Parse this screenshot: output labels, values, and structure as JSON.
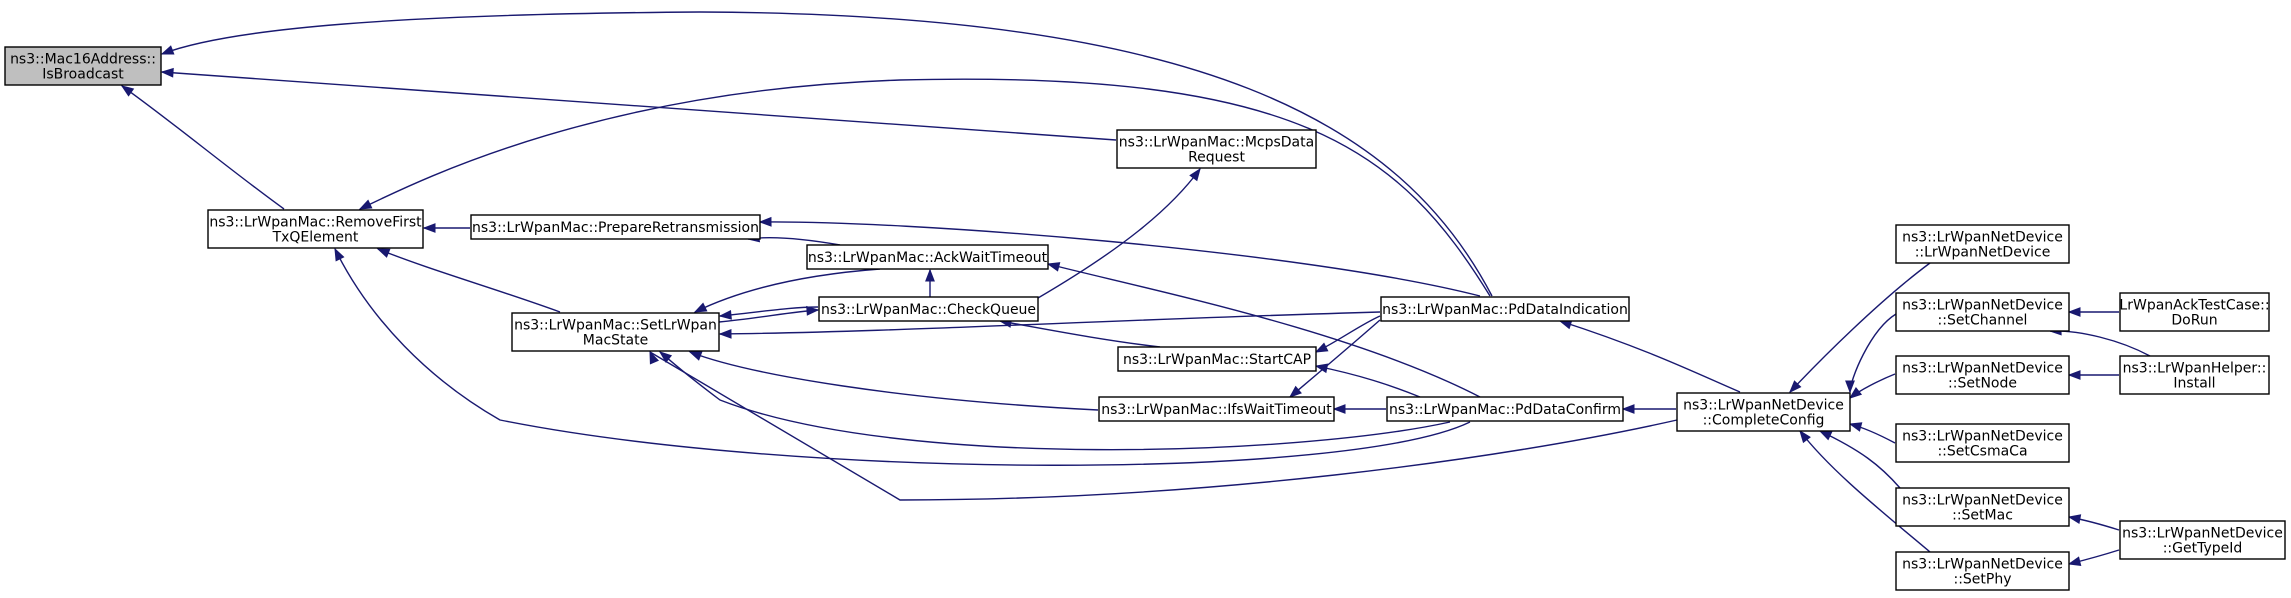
{
  "graph": {
    "title": "",
    "edge_color": "#191970",
    "root_fill": "#bfbfbf",
    "nodes": [
      {
        "id": "isbroadcast",
        "lines": [
          "ns3::Mac16Address::",
          "IsBroadcast"
        ],
        "root": true
      },
      {
        "id": "removefirst",
        "lines": [
          "ns3::LrWpanMac::RemoveFirst",
          "TxQElement"
        ]
      },
      {
        "id": "mcpsdata",
        "lines": [
          "ns3::LrWpanMac::McpsData",
          "Request"
        ]
      },
      {
        "id": "prepareretx",
        "lines": [
          "ns3::LrWpanMac::PrepareRetransmission"
        ]
      },
      {
        "id": "ackwait",
        "lines": [
          "ns3::LrWpanMac::AckWaitTimeout"
        ]
      },
      {
        "id": "setlrwpan",
        "lines": [
          "ns3::LrWpanMac::SetLrWpan",
          "MacState"
        ]
      },
      {
        "id": "checkqueue",
        "lines": [
          "ns3::LrWpanMac::CheckQueue"
        ]
      },
      {
        "id": "startcap",
        "lines": [
          "ns3::LrWpanMac::StartCAP"
        ]
      },
      {
        "id": "ifswait",
        "lines": [
          "ns3::LrWpanMac::IfsWaitTimeout"
        ]
      },
      {
        "id": "pddataind",
        "lines": [
          "ns3::LrWpanMac::PdDataIndication"
        ]
      },
      {
        "id": "pddataconf",
        "lines": [
          "ns3::LrWpanMac::PdDataConfirm"
        ]
      },
      {
        "id": "completeconfig",
        "lines": [
          "ns3::LrWpanNetDevice",
          "::CompleteConfig"
        ]
      },
      {
        "id": "ctor",
        "lines": [
          "ns3::LrWpanNetDevice",
          "::LrWpanNetDevice"
        ]
      },
      {
        "id": "setchannel",
        "lines": [
          "ns3::LrWpanNetDevice",
          "::SetChannel"
        ]
      },
      {
        "id": "setnode",
        "lines": [
          "ns3::LrWpanNetDevice",
          "::SetNode"
        ]
      },
      {
        "id": "setcsmaca",
        "lines": [
          "ns3::LrWpanNetDevice",
          "::SetCsmaCa"
        ]
      },
      {
        "id": "setmac",
        "lines": [
          "ns3::LrWpanNetDevice",
          "::SetMac"
        ]
      },
      {
        "id": "setphy",
        "lines": [
          "ns3::LrWpanNetDevice",
          "::SetPhy"
        ]
      },
      {
        "id": "doRun",
        "lines": [
          "LrWpanAckTestCase::",
          "DoRun"
        ]
      },
      {
        "id": "install",
        "lines": [
          "ns3::LrWpanHelper::",
          "Install"
        ]
      },
      {
        "id": "gettypeid",
        "lines": [
          "ns3::LrWpanNetDevice",
          "::GetTypeId"
        ]
      }
    ],
    "edges": [
      {
        "from": "removefirst",
        "to": "isbroadcast"
      },
      {
        "from": "mcpsdata",
        "to": "isbroadcast"
      },
      {
        "from": "pddataind",
        "to": "isbroadcast"
      },
      {
        "from": "prepareretx",
        "to": "removefirst"
      },
      {
        "from": "setlrwpan",
        "to": "removefirst"
      },
      {
        "from": "pddataind",
        "to": "removefirst"
      },
      {
        "from": "pddataconf",
        "to": "removefirst"
      },
      {
        "from": "checkqueue",
        "to": "setlrwpan"
      },
      {
        "from": "ackwait",
        "to": "setlrwpan"
      },
      {
        "from": "pddataind",
        "to": "setlrwpan"
      },
      {
        "from": "ifswait",
        "to": "setlrwpan"
      },
      {
        "from": "pddataconf",
        "to": "setlrwpan"
      },
      {
        "from": "completeconfig",
        "to": "setlrwpan"
      },
      {
        "from": "pddataind",
        "to": "prepareretx"
      },
      {
        "from": "ackwait",
        "to": "prepareretx"
      },
      {
        "from": "pddataconf",
        "to": "ackwait"
      },
      {
        "from": "setlrwpan",
        "to": "checkqueue"
      },
      {
        "from": "checkqueue",
        "to": "mcpsdata"
      },
      {
        "from": "checkqueue",
        "to": "ackwait"
      },
      {
        "from": "startcap",
        "to": "checkqueue"
      },
      {
        "from": "pddataind",
        "to": "startcap"
      },
      {
        "from": "pddataconf",
        "to": "startcap"
      },
      {
        "from": "ifswait",
        "to": "pddataind"
      },
      {
        "from": "pddataconf",
        "to": "ifswait"
      },
      {
        "from": "completeconfig",
        "to": "pddataind"
      },
      {
        "from": "completeconfig",
        "to": "pddataconf"
      },
      {
        "from": "ctor",
        "to": "completeconfig"
      },
      {
        "from": "setchannel",
        "to": "completeconfig"
      },
      {
        "from": "setnode",
        "to": "completeconfig"
      },
      {
        "from": "setcsmaca",
        "to": "completeconfig"
      },
      {
        "from": "setmac",
        "to": "completeconfig"
      },
      {
        "from": "setphy",
        "to": "completeconfig"
      },
      {
        "from": "doRun",
        "to": "setchannel"
      },
      {
        "from": "install",
        "to": "setchannel"
      },
      {
        "from": "install",
        "to": "setnode"
      },
      {
        "from": "gettypeid",
        "to": "setmac"
      },
      {
        "from": "gettypeid",
        "to": "setphy"
      }
    ]
  }
}
